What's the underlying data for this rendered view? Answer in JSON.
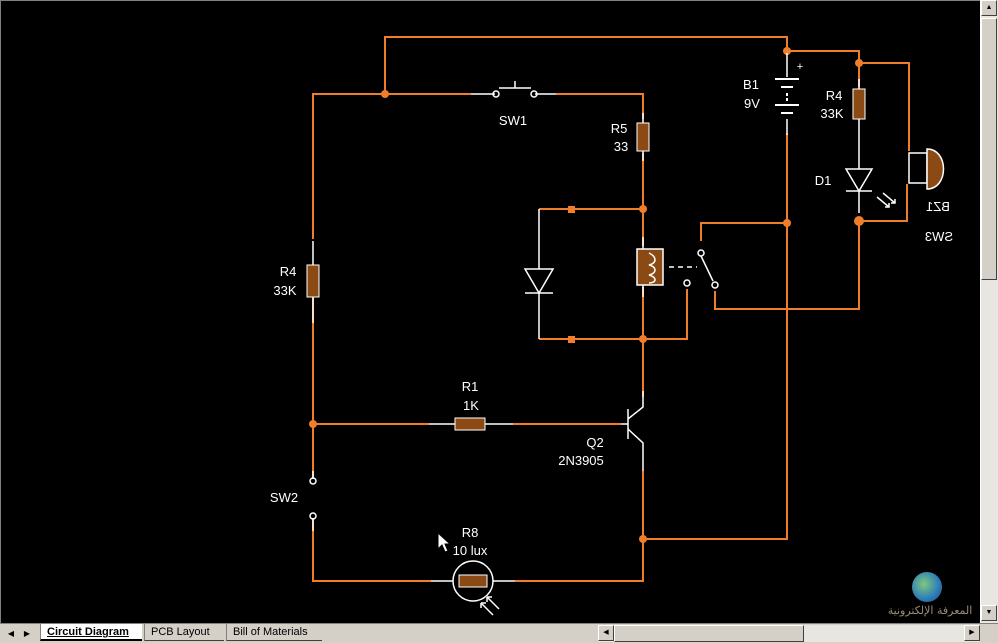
{
  "schematic": {
    "wire_color": "#f07d2a",
    "component_color": "#8b4a14",
    "labels": {
      "sw1": "SW1",
      "r5_name": "R5",
      "r5_value": "33",
      "b1_name": "B1",
      "b1_value": "9V",
      "b1_plus": "+",
      "r4_right_name": "R4",
      "r4_right_value": "33K",
      "d1": "D1",
      "bz1": "BZ1",
      "sw3": "SW3",
      "r4_left_name": "R4",
      "r4_left_value": "33K",
      "r1_name": "R1",
      "r1_value": "1K",
      "q2_name": "Q2",
      "q2_value": "2N3905",
      "sw2": "SW2",
      "r8_name": "R8",
      "r8_value": "10 lux"
    }
  },
  "tabs": [
    {
      "label": "Circuit Diagram",
      "active": true
    },
    {
      "label": "PCB Layout",
      "active": false
    },
    {
      "label": "Bill of Materials",
      "active": false
    }
  ],
  "watermark": {
    "text": "المعرفة الإلكترونية",
    "icon": "globe-logo-icon"
  },
  "icons": {
    "tab_prev": "triangle-left-icon",
    "tab_next": "triangle-right-icon",
    "scroll_up": "arrow-up-icon",
    "scroll_down": "arrow-down-icon",
    "scroll_left": "arrow-left-icon",
    "scroll_right": "arrow-right-icon",
    "cursor": "mouse-pointer-icon"
  }
}
